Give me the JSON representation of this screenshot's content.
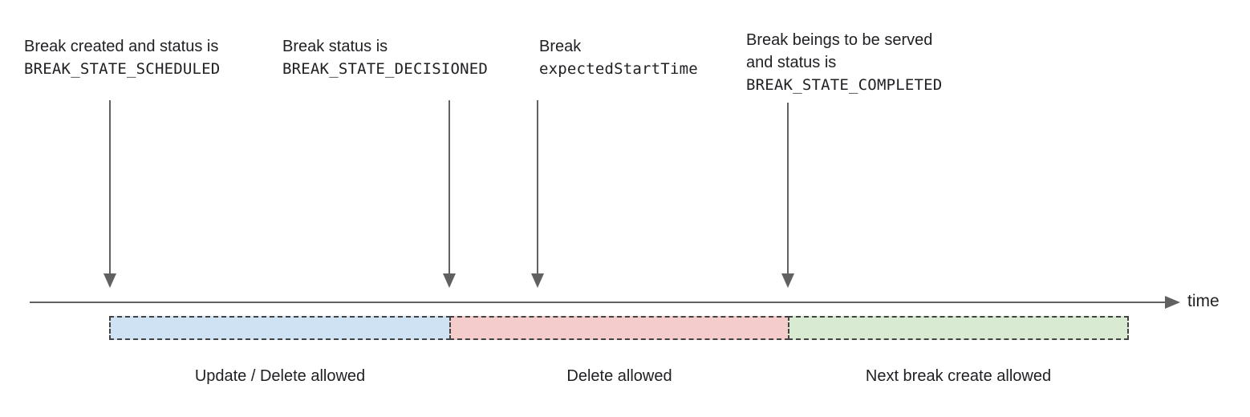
{
  "diagram": {
    "annotations": [
      {
        "lines": [
          "Break created and status is"
        ],
        "code": "BREAK_STATE_SCHEDULED"
      },
      {
        "lines": [
          "Break status is"
        ],
        "code": "BREAK_STATE_DECISIONED"
      },
      {
        "lines": [
          "Break"
        ],
        "code": "expectedStartTime"
      },
      {
        "lines": [
          "Break beings to be served",
          "and status is"
        ],
        "code": "BREAK_STATE_COMPLETED"
      }
    ],
    "axis": {
      "label": "time"
    },
    "segments": [
      {
        "label": "Update / Delete allowed",
        "fill": "#cfe2f3"
      },
      {
        "label": "Delete allowed",
        "fill": "#f4cccc"
      },
      {
        "label": "Next break create allowed",
        "fill": "#d9ead3"
      }
    ],
    "colors": {
      "arrow": "#616161",
      "dashed_border": "#434343",
      "text": "#202124"
    }
  }
}
